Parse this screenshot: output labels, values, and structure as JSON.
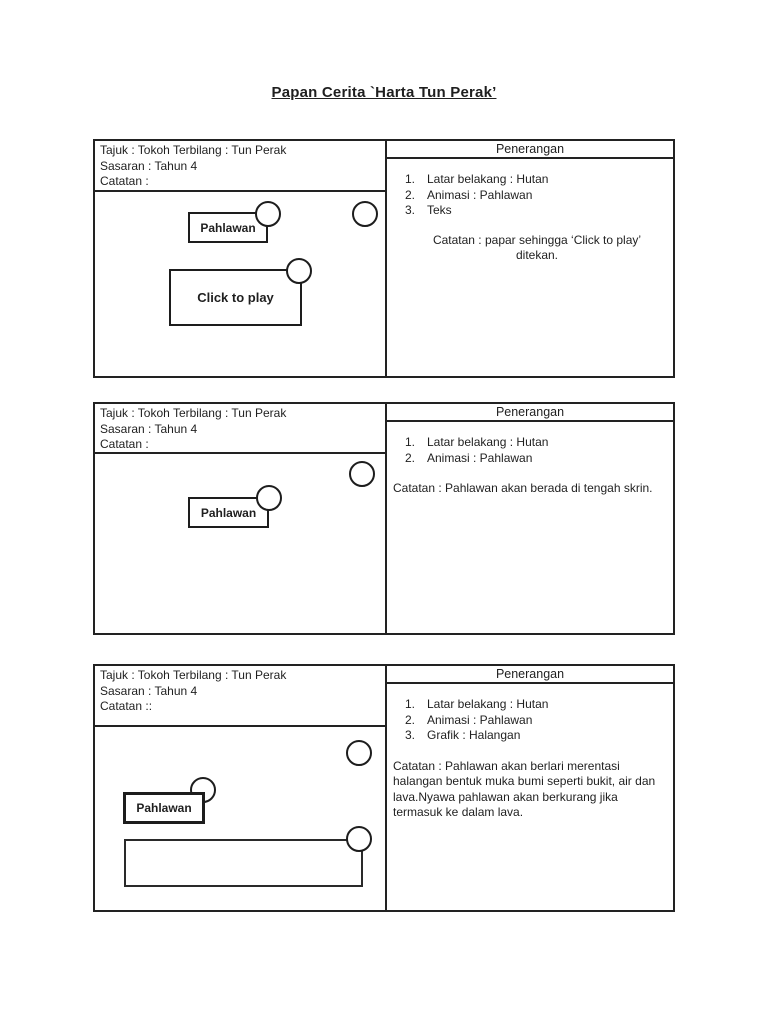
{
  "page": {
    "title": "Papan Cerita `Harta Tun Perak’"
  },
  "colors": {
    "ink": "#1f1f1f",
    "paper": "#ffffff"
  },
  "panels": [
    {
      "tajuk": "Tajuk : Tokoh Terbilang : Tun Perak",
      "sasaran": "Sasaran : Tahun 4",
      "catatan": "Catatan :",
      "penerangan": "Penerangan",
      "items": [
        {
          "num": "1.",
          "text": "Latar belakang : Hutan"
        },
        {
          "num": "2.",
          "text": "Animasi : Pahlawan"
        },
        {
          "num": "3.",
          "text": "Teks"
        }
      ],
      "note": "Catatan : papar sehingga ‘Click to play’ ditekan.",
      "sketch": {
        "pahlawan": "Pahlawan",
        "button": "Click to play"
      }
    },
    {
      "tajuk": "Tajuk : Tokoh Terbilang : Tun Perak",
      "sasaran": "Sasaran : Tahun 4",
      "catatan": "Catatan :",
      "penerangan": "Penerangan",
      "items": [
        {
          "num": "1.",
          "text": "Latar belakang : Hutan"
        },
        {
          "num": "2.",
          "text": "Animasi : Pahlawan"
        }
      ],
      "note": "Catatan : Pahlawan akan berada di tengah skrin.",
      "sketch": {
        "pahlawan": "Pahlawan"
      }
    },
    {
      "tajuk": "Tajuk : Tokoh Terbilang : Tun Perak",
      "sasaran": "Sasaran : Tahun 4",
      "catatan": "Catatan ::",
      "penerangan": "Penerangan",
      "items": [
        {
          "num": "1.",
          "text": "Latar belakang : Hutan"
        },
        {
          "num": "2.",
          "text": "Animasi : Pahlawan"
        },
        {
          "num": "3.",
          "text": "Grafik : Halangan"
        }
      ],
      "note": "Catatan : Pahlawan akan berlari merentasi halangan bentuk muka bumi seperti bukit, air dan lava.Nyawa pahlawan akan berkurang jika termasuk ke dalam lava.",
      "sketch": {
        "pahlawan": "Pahlawan"
      }
    }
  ]
}
